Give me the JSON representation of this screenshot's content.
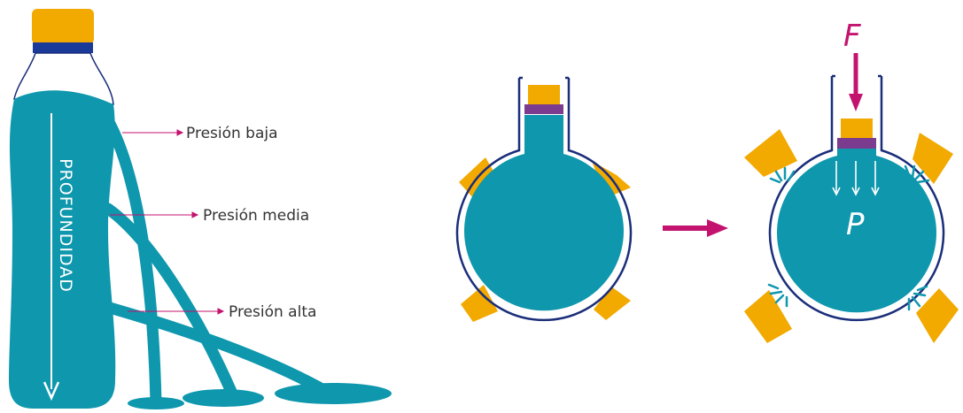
{
  "bottle": {
    "depth_label": "PROFUNDIDAD",
    "labels": [
      {
        "text": "Presión baja"
      },
      {
        "text": "Presión media"
      },
      {
        "text": "Presión alta"
      }
    ]
  },
  "syringe": {
    "force_symbol": "F",
    "pressure_symbol": "P"
  },
  "colors": {
    "water": "#0e97ad",
    "plug": "#f2a900",
    "seal": "#7b3b8f",
    "outline": "#1a2e7a",
    "accent": "#c4136e"
  },
  "icons": [
    "transition-arrow-icon",
    "force-arrow-icon",
    "pressure-arrow-icon"
  ]
}
